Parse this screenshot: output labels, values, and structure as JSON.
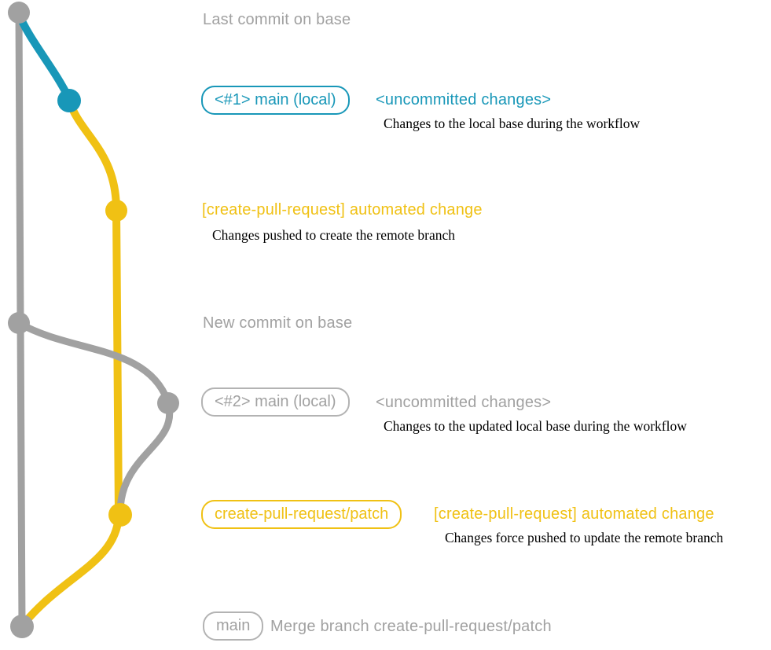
{
  "colors": {
    "gray": "#a1a1a1",
    "teal": "#1897b8",
    "yellow": "#f0c114",
    "caption_text": "#000000",
    "background": "#ffffff"
  },
  "annotations": {
    "last_commit": {
      "label": "Last commit on base"
    },
    "workflow1": {
      "badge": "<#1> main (local)",
      "heading": "<uncommitted changes>",
      "caption": "Changes to the local base during the workflow"
    },
    "push1": {
      "heading": "[create-pull-request] automated change",
      "caption": "Changes pushed to create the remote branch"
    },
    "new_commit": {
      "label": "New commit on base"
    },
    "workflow2": {
      "badge": "<#2> main (local)",
      "heading": "<uncommitted changes>",
      "caption": "Changes to the updated local base during the workflow"
    },
    "push2": {
      "badge": "create-pull-request/patch",
      "heading": "[create-pull-request] automated change",
      "caption": "Changes force pushed to update the remote branch"
    },
    "merge": {
      "badge": "main",
      "label": "Merge branch create-pull-request/patch"
    }
  },
  "graph": {
    "branches": [
      {
        "name": "base",
        "color": "#a1a1a1"
      },
      {
        "name": "main-local-1",
        "color": "#1897b8"
      },
      {
        "name": "main-local-2",
        "color": "#a1a1a1"
      },
      {
        "name": "create-pull-request-patch",
        "color": "#f0c114"
      }
    ],
    "commits": [
      {
        "name": "last-commit-on-base",
        "branch": "base",
        "annotation": "Last commit on base"
      },
      {
        "name": "uncommitted-changes-1",
        "branch": "main-local-1",
        "annotation": "<#1> main (local) <uncommitted changes>"
      },
      {
        "name": "automated-change-1",
        "branch": "create-pull-request-patch",
        "annotation": "[create-pull-request] automated change"
      },
      {
        "name": "new-commit-on-base",
        "branch": "base",
        "annotation": "New commit on base"
      },
      {
        "name": "uncommitted-changes-2",
        "branch": "main-local-2",
        "annotation": "<#2> main (local) <uncommitted changes>"
      },
      {
        "name": "automated-change-2",
        "branch": "create-pull-request-patch",
        "annotation": "create-pull-request/patch [create-pull-request] automated change"
      },
      {
        "name": "merge-commit",
        "branch": "base",
        "annotation": "main — Merge branch create-pull-request/patch"
      }
    ]
  }
}
